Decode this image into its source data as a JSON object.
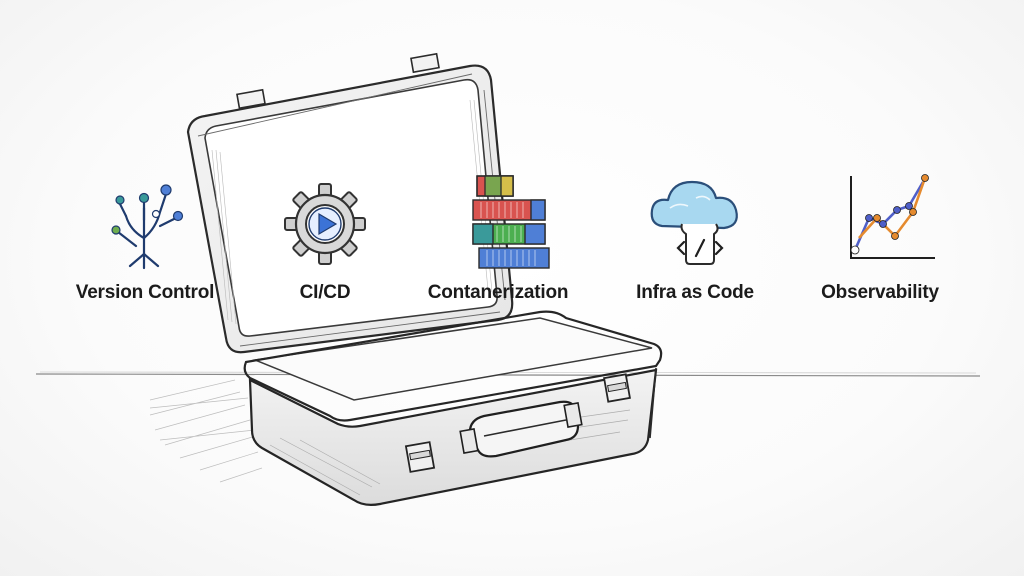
{
  "tools": [
    {
      "icon": "git-branch-tree-icon",
      "label": "Version Control"
    },
    {
      "icon": "gear-play-icon",
      "label": "CI/CD"
    },
    {
      "icon": "shipping-containers-icon",
      "label": "Contanerization"
    },
    {
      "icon": "cloud-code-icon",
      "label": "Infra as Code"
    },
    {
      "icon": "line-chart-icon",
      "label": "Observability"
    }
  ],
  "colors": {
    "ink": "#2a2a2a",
    "navy": "#1f3b6e",
    "blue": "#4f7fd6",
    "teal": "#3a9a9a",
    "red": "#d9534f",
    "green": "#4caf50",
    "orange": "#e58a2e",
    "cloud": "#9fd3ee"
  }
}
